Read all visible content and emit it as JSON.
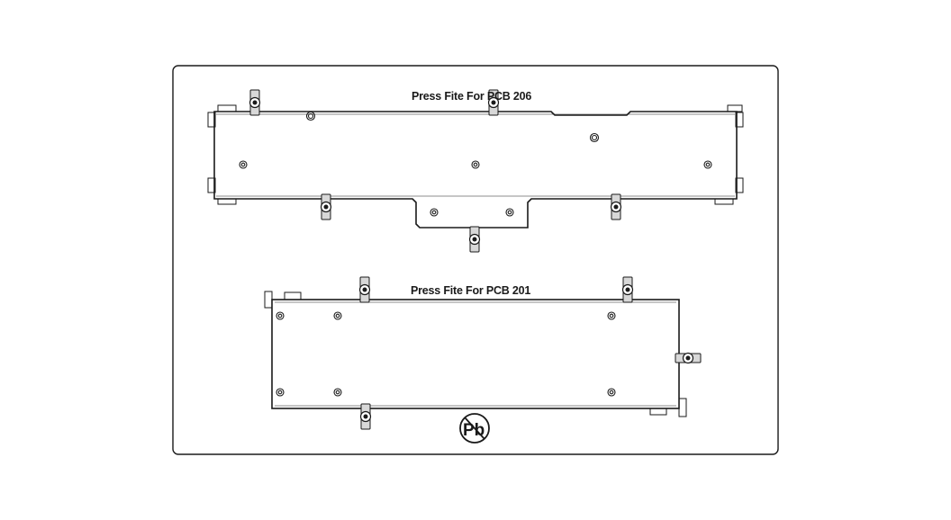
{
  "labels": {
    "fixture_top": "Press Fite For PCB 206",
    "fixture_bottom": "Press Fite For PCB 201"
  },
  "marks": {
    "lead_free_symbol": "Pb"
  },
  "colors": {
    "line": "#1a1a1a",
    "background": "#ffffff",
    "clamp_fill": "#d8d8d8"
  }
}
